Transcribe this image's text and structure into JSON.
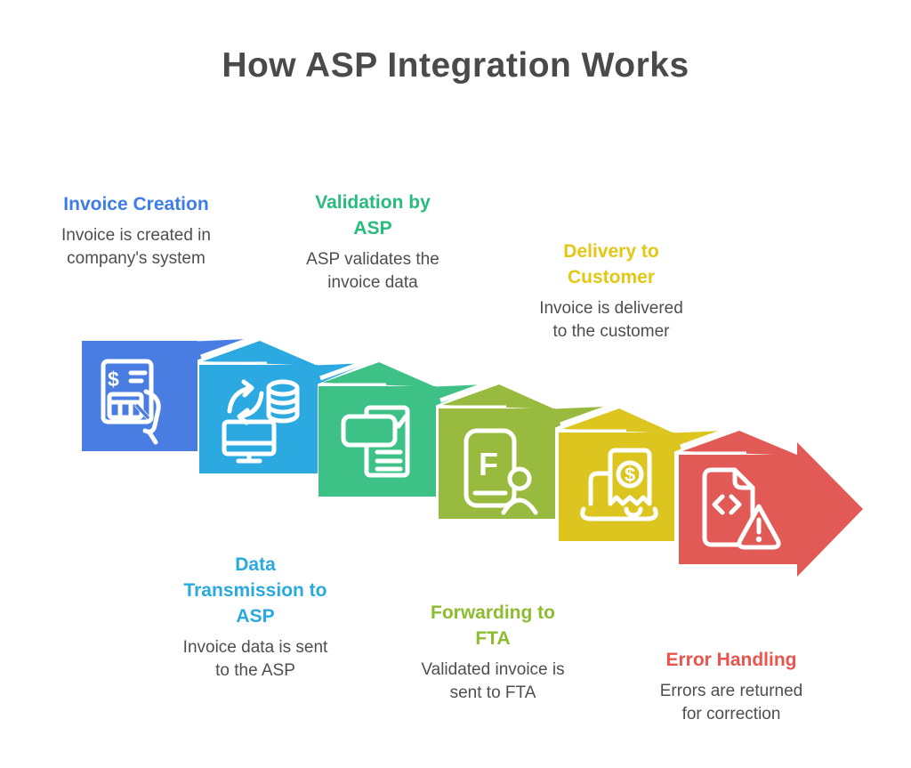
{
  "title": {
    "text": "How ASP Integration Works",
    "color": "#4a4a4a"
  },
  "steps": [
    {
      "name": "invoice-creation",
      "label": "Invoice Creation",
      "lines": "Invoice Creation",
      "description": "Invoice is created in\ncompany's system",
      "panel_color": "#4a7de2",
      "label_color": "#3d7de8",
      "icon": "invoice-document-hand-icon",
      "glyph": "$"
    },
    {
      "name": "data-transmission-to-asp",
      "label": "Data Transmission to ASP",
      "lines": "Data\nTransmission to\nASP",
      "description": "Invoice data is sent\nto the ASP",
      "panel_color": "#2ba9e0",
      "label_color": "#29a9e0",
      "icon": "monitor-database-sync-icon"
    },
    {
      "name": "validation-by-asp",
      "label": "Validation by ASP",
      "lines": "Validation by\nASP",
      "description": "ASP validates the\ninvoice data",
      "panel_color": "#3ec186",
      "label_color": "#27bc7c",
      "icon": "document-check-icon"
    },
    {
      "name": "forwarding-to-fta",
      "label": "Forwarding to FTA",
      "lines": "Forwarding to\nFTA",
      "description": "Validated invoice is\nsent to FTA",
      "panel_color": "#98ba3f",
      "label_color": "#8cbc2f",
      "icon": "fta-portal-user-icon",
      "glyph": "F"
    },
    {
      "name": "delivery-to-customer",
      "label": "Delivery to Customer",
      "lines": "Delivery to\nCustomer",
      "description": "Invoice is delivered\nto the customer",
      "panel_color": "#ddc520",
      "label_color": "#e3c713",
      "icon": "laptop-receipt-icon",
      "glyph": "$"
    },
    {
      "name": "error-handling",
      "label": "Error Handling",
      "lines": "Error Handling",
      "description": "Errors are returned\nfor correction",
      "panel_color": "#e25a56",
      "label_color": "#ea544c",
      "icon": "error-file-warning-icon"
    }
  ]
}
